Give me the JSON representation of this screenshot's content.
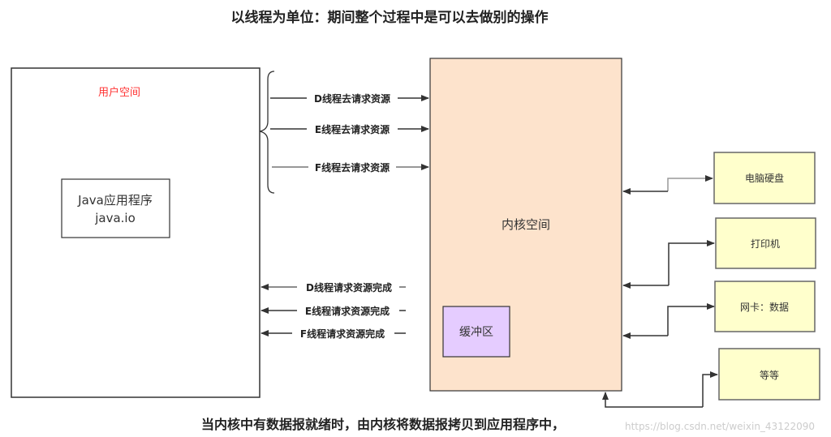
{
  "title": "以线程为单位：期间整个过程中是可以去做别的操作",
  "user_space": {
    "label": "用户空间",
    "app_line1": "Java应用程序",
    "app_line2": "java.io"
  },
  "kernel_space": {
    "label": "内核空间",
    "buffer": "缓冲区"
  },
  "requests": [
    "D线程去请求资源",
    "E线程去请求资源",
    "F线程去请求资源"
  ],
  "completions": [
    "D线程请求资源完成",
    "E线程请求资源完成",
    "F线程请求资源完成"
  ],
  "devices": [
    "电脑硬盘",
    "打印机",
    "网卡：数据",
    "等等"
  ],
  "footer": "当内核中有数据报就绪时，由内核将数据报拷贝到应用程序中，",
  "watermark": "https://blog.csdn.net/weixin_43122090",
  "colors": {
    "kernel": "#fde3cc",
    "buffer": "#e5ccff",
    "device": "#ffffcc",
    "user_label": "#ff3333"
  }
}
